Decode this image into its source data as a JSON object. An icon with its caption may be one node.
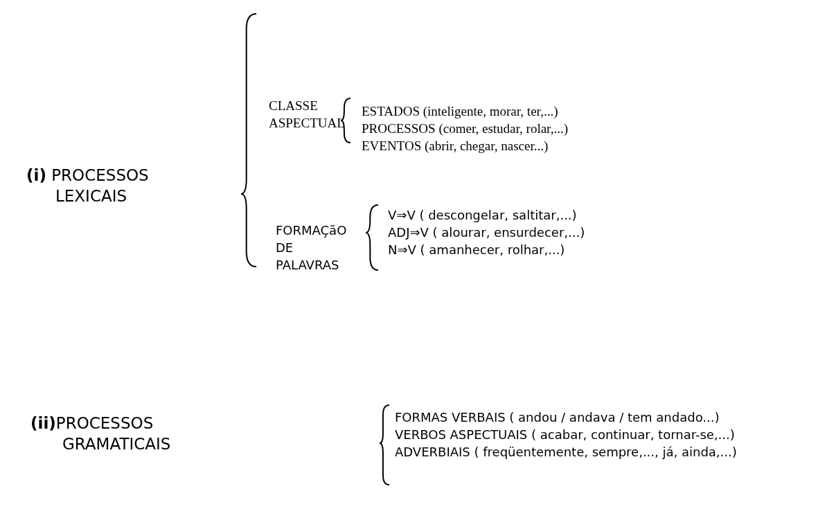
{
  "diagram": {
    "labels": [
      "CLASSE ASPECTUAL",
      "ESTADOS (inteligente, morar, ter,...)",
      "PROCESSOS (comer, estudar, rolar,...)",
      "EVENTOS (abrir, chegar, nascer...)",
      "**(i)** PROCESSOS LEXICAIS",
      "V⇒V ( descongelar, saltitar,...)",
      "FORMAÇãO DE PALAVRAS",
      "ADJ⇒V ( alourar, ensurdecer,...)",
      "N⇒V ( amanhecer, rolhar,...)",
      "**(ii)**PROCESSOS GRAMATICAIS",
      "FORMAS VERBAIS ( andou / andava / tem andado...)",
      "VERBOS ASPECTUAIS ( acabar, continuar, tornar-se,...)",
      "ADVERBIAIS ( freqüentemente, sempre,..., já, ainda,...)"
    ]
  }
}
